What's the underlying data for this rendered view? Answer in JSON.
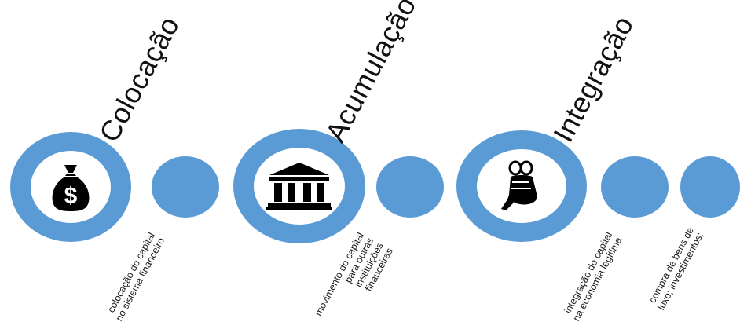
{
  "stages": [
    {
      "title": "Colocação",
      "icon": "money-bag-icon",
      "description": [
        "colocação do capital",
        "no sistema financeiro"
      ]
    },
    {
      "title": "Acumulação",
      "icon": "bank-icon",
      "description": [
        "movimento do capital",
        "para outras",
        "instituições",
        "financeiras"
      ]
    },
    {
      "title": "Integração",
      "icon": "hand-with-money-icon",
      "description": [
        "integração do capital",
        "na economia legítima"
      ]
    }
  ],
  "extra_step": {
    "description": [
      "compra de bens de",
      "luxo; investimentos;"
    ]
  },
  "colors": {
    "accent": "#5b9bd5",
    "icon": "#000000",
    "background": "#ffffff"
  }
}
